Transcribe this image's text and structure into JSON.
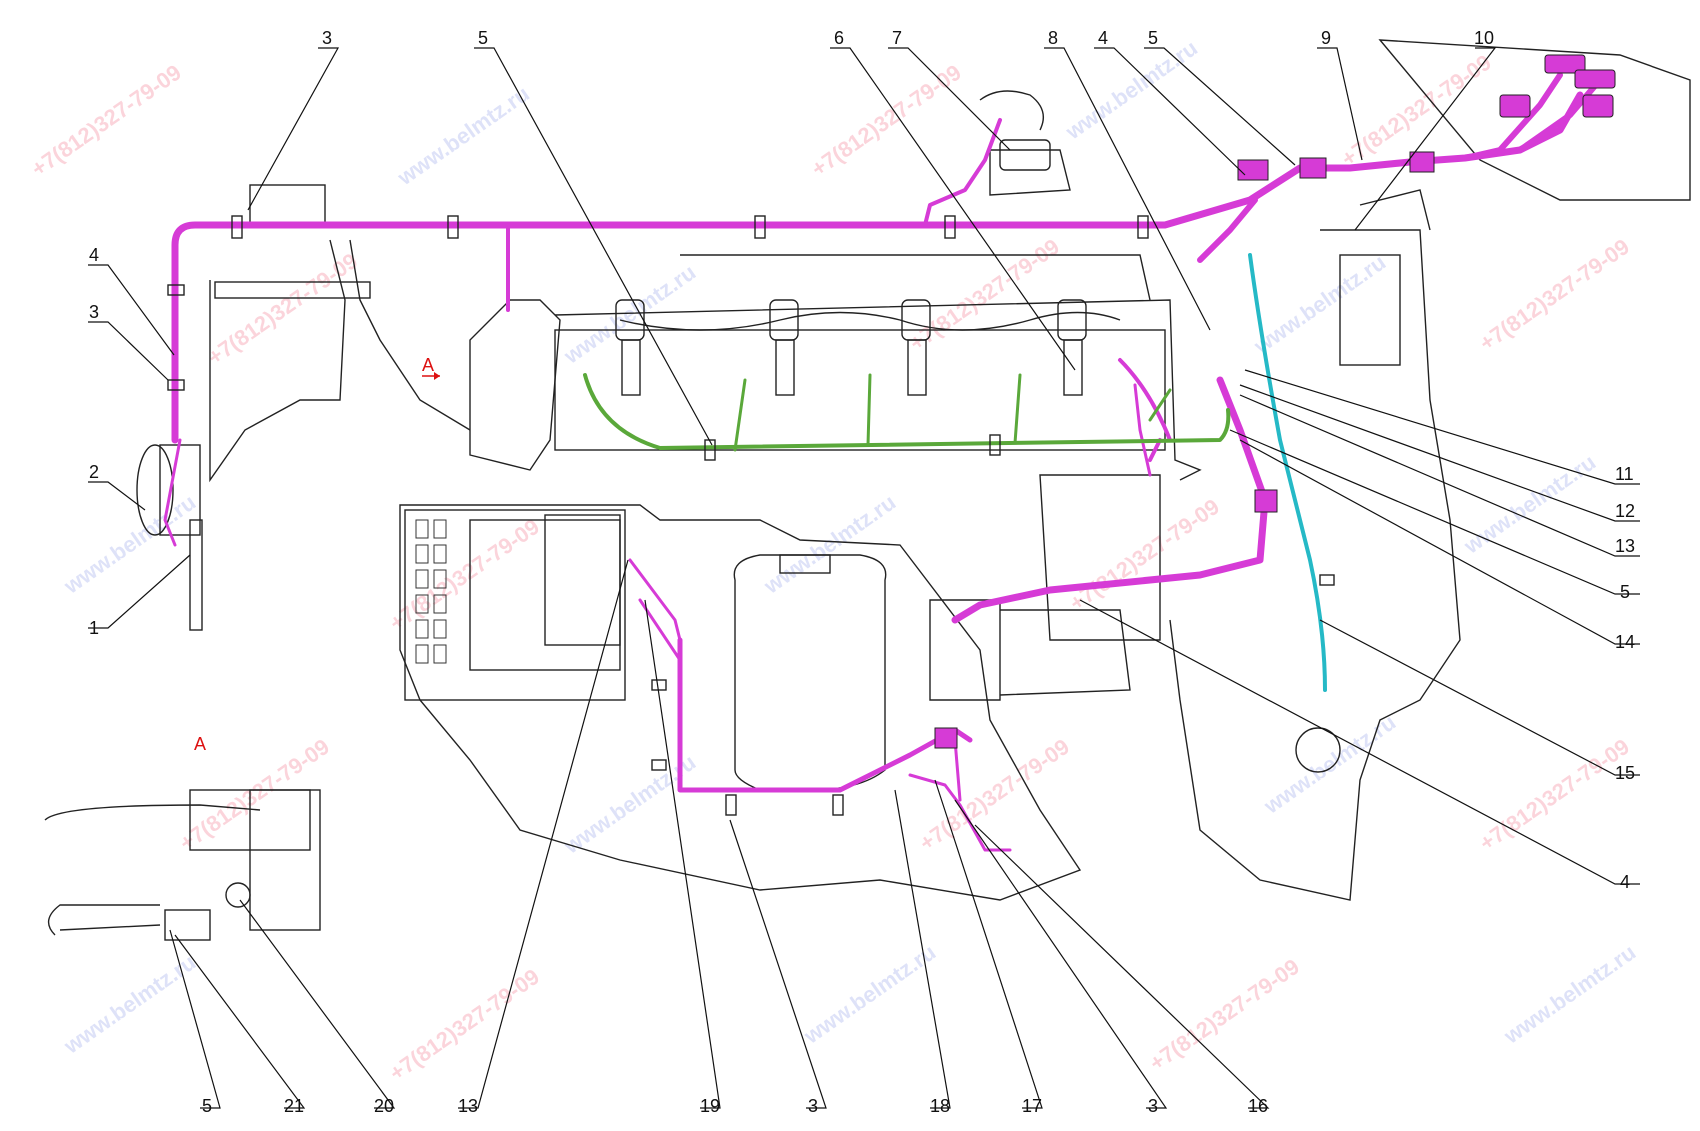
{
  "section_label": "A",
  "view_label": "A",
  "callouts": [
    {
      "id": "c-top-3",
      "label": "3"
    },
    {
      "id": "c-top-5a",
      "label": "5"
    },
    {
      "id": "c-top-6",
      "label": "6"
    },
    {
      "id": "c-top-7",
      "label": "7"
    },
    {
      "id": "c-top-8",
      "label": "8"
    },
    {
      "id": "c-top-4",
      "label": "4"
    },
    {
      "id": "c-top-5b",
      "label": "5"
    },
    {
      "id": "c-top-9",
      "label": "9"
    },
    {
      "id": "c-top-10",
      "label": "10"
    },
    {
      "id": "c-left-4",
      "label": "4"
    },
    {
      "id": "c-left-3",
      "label": "3"
    },
    {
      "id": "c-left-2",
      "label": "2"
    },
    {
      "id": "c-left-1",
      "label": "1"
    },
    {
      "id": "c-right-11",
      "label": "11"
    },
    {
      "id": "c-right-12",
      "label": "12"
    },
    {
      "id": "c-right-13",
      "label": "13"
    },
    {
      "id": "c-right-5",
      "label": "5"
    },
    {
      "id": "c-right-14",
      "label": "14"
    },
    {
      "id": "c-right-15",
      "label": "15"
    },
    {
      "id": "c-right-4",
      "label": "4"
    },
    {
      "id": "c-bot-5",
      "label": "5"
    },
    {
      "id": "c-bot-21",
      "label": "21"
    },
    {
      "id": "c-bot-20",
      "label": "20"
    },
    {
      "id": "c-bot-13",
      "label": "13"
    },
    {
      "id": "c-bot-19",
      "label": "19"
    },
    {
      "id": "c-bot-3a",
      "label": "3"
    },
    {
      "id": "c-bot-18",
      "label": "18"
    },
    {
      "id": "c-bot-17",
      "label": "17"
    },
    {
      "id": "c-bot-3b",
      "label": "3"
    },
    {
      "id": "c-bot-16",
      "label": "16"
    }
  ],
  "watermarks": {
    "phone": "+7(812)327-79-09",
    "site": "www.belmtz.ru"
  },
  "colors": {
    "harness": "#d63bd6",
    "green_wires": "#5aa83a",
    "cyan_wire": "#25b9c6",
    "label_red": "#dd1111",
    "ink": "#222222"
  }
}
